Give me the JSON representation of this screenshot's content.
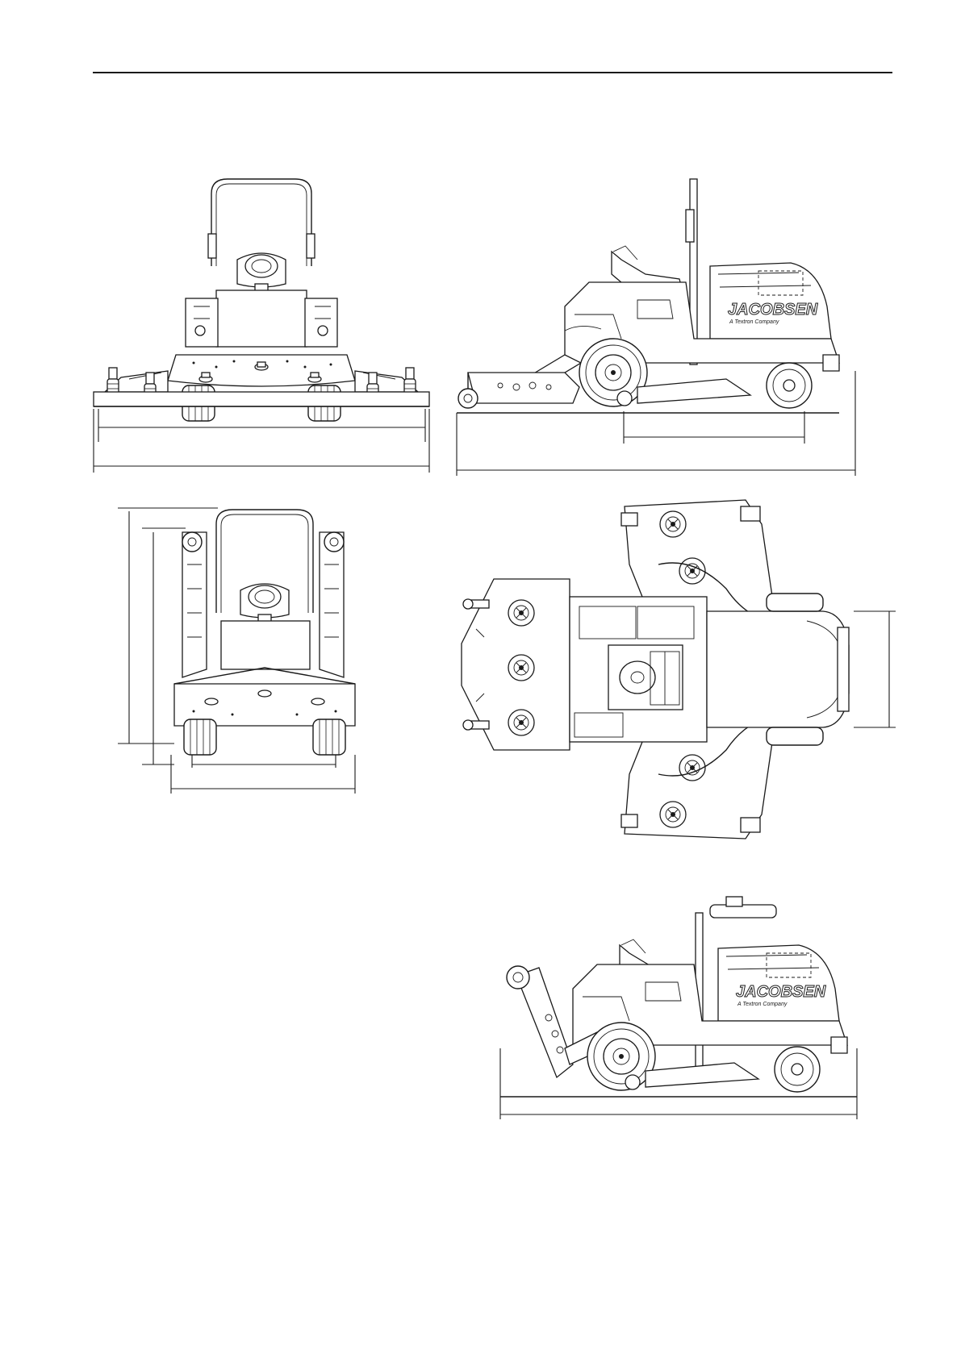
{
  "document": {
    "brand_logo": "JACOBSEN",
    "brand_tagline": "A Textron Company"
  },
  "views": [
    {
      "id": "front-view-deck-down",
      "label": ""
    },
    {
      "id": "side-view-deck-down",
      "label": ""
    },
    {
      "id": "front-view-wings-raised",
      "label": ""
    },
    {
      "id": "top-view",
      "label": ""
    },
    {
      "id": "side-view-deck-raised",
      "label": ""
    }
  ],
  "colors": {
    "line": "#1a1a1a",
    "paper": "#ffffff"
  }
}
